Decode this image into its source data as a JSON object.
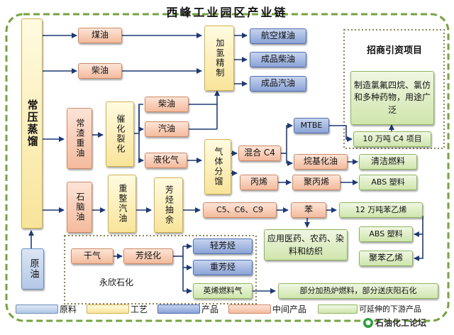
{
  "title": "西峰工业园区产业链",
  "nodes": {
    "atm": "常压蒸馏",
    "crude": "原油",
    "kero": "煤油",
    "diesel": "柴油",
    "resid": "常渣重油",
    "naphtha": "石脑油",
    "cat": "催化裂化",
    "reform": "重整汽油",
    "aroext": "芳烃抽余",
    "hydro": "加氢精制",
    "jet": "航空煤油",
    "diesel_p": "成品柴油",
    "gas_p": "成品汽油",
    "cat_diesel": "柴油",
    "cat_gas": "汽油",
    "lpg": "液化气",
    "gassep": "气体分馏",
    "mixc4": "混合 C4",
    "propylene": "丙烯",
    "mtbe": "MTBE",
    "alky": "烷基化油",
    "clean": "清洁燃料",
    "pp": "聚丙烯",
    "abs1": "ABS 塑料",
    "c5": "C5、C6、C9",
    "benzene": "苯",
    "styrene": "12 万吨苯乙烯",
    "abs2": "ABS 塑料",
    "ps": "聚苯乙烯",
    "uses": "应用医药、农药、染料和纺织",
    "c4proj": "10 万吨 C4 项目",
    "chloro": "制造氯氟四烷、氯仿和多种药物，用途广泛",
    "drygas": "干气",
    "aromat": "芳烃化",
    "light": "轻芳烃",
    "heavy": "重芳烃",
    "fuelgas": "英烯燃料气",
    "heating": "部分加热炉燃料，部分送庆阳石化"
  },
  "labels": {
    "invest": "招商引资项目",
    "yongxin": "永欣石化"
  },
  "legend": [
    "原料",
    "工艺",
    "产品",
    "中间产品",
    "可延伸的下游产品"
  ],
  "watermark": "石油化工论坛"
}
